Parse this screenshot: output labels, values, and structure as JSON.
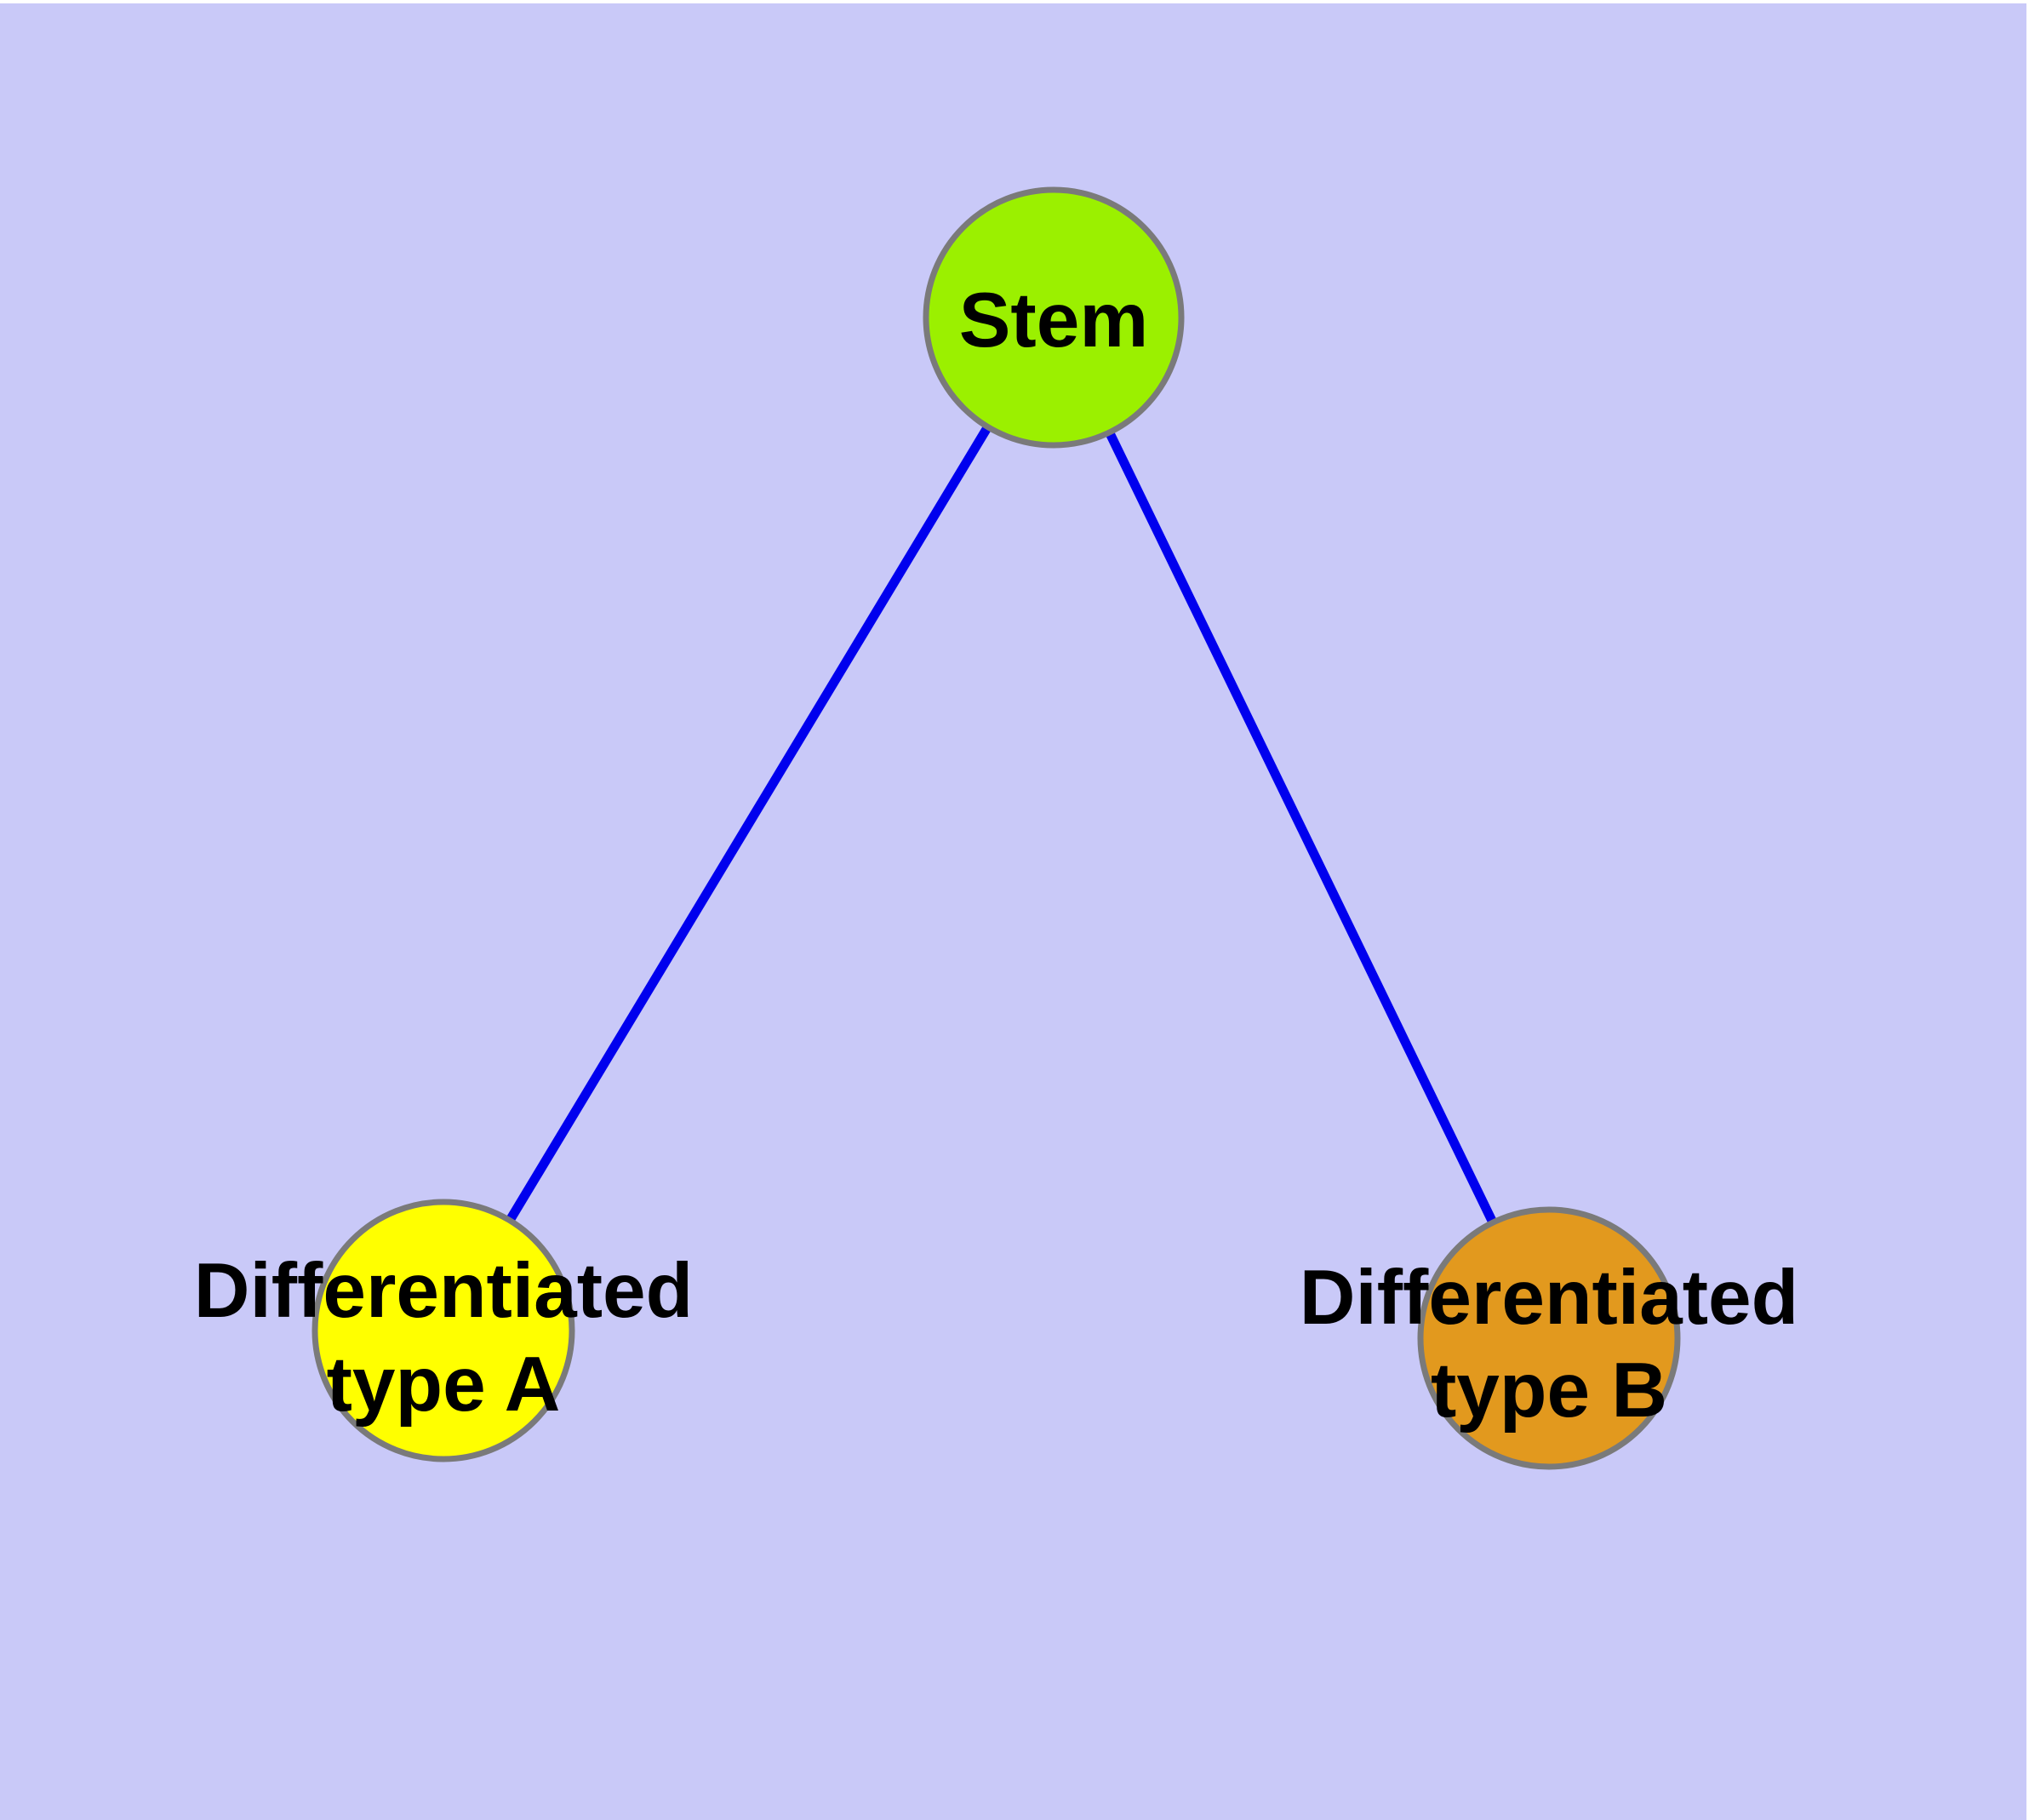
{
  "canvas": {
    "background_color": "#C9C9F8",
    "frame_color": "#FFFFFF"
  },
  "diagram": {
    "type": "node-link-graph",
    "edge_color": "#0000EE",
    "node_border_color": "#7A7A7A",
    "label_color": "#000000",
    "nodes": [
      {
        "id": "stem",
        "fill": "#9BF000",
        "label_lines": [
          "Stem"
        ]
      },
      {
        "id": "differentiated-type-a",
        "fill": "#FFFF00",
        "label_lines": [
          "Differentiated",
          "type A"
        ]
      },
      {
        "id": "differentiated-type-b",
        "fill": "#E2991E",
        "label_lines": [
          "Differentiated",
          "type B"
        ]
      }
    ],
    "edges": [
      {
        "from": "stem",
        "to": "differentiated-type-a"
      },
      {
        "from": "stem",
        "to": "differentiated-type-b"
      }
    ]
  }
}
